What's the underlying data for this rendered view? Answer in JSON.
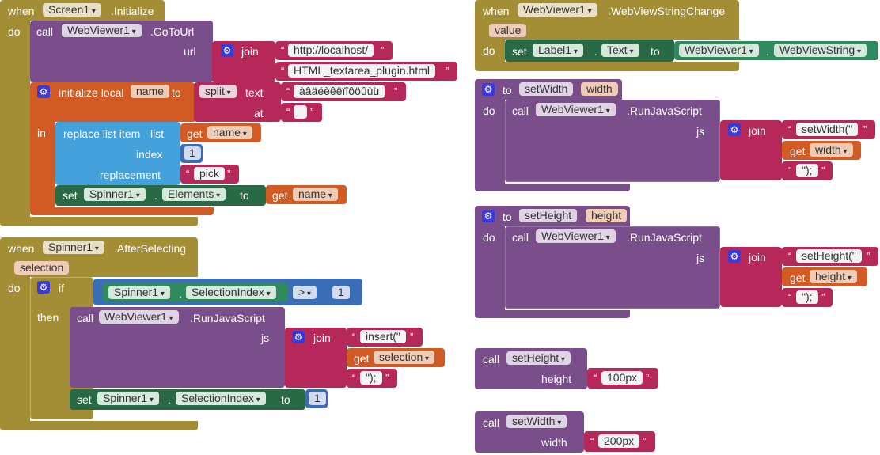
{
  "kw": {
    "when": "when",
    "do": "do",
    "call": "call",
    "in": "in",
    "then": "then",
    "set": "set",
    "to": "to",
    "if": "if",
    "get": "get",
    "join": "join",
    "url": "url",
    "text": "text",
    "at": "at",
    "js": "js",
    "index": "index",
    "replacement": "replacement",
    "list": "list",
    "height": "height",
    "width": "width",
    "initialize_local": "initialize local",
    "split": "split",
    "replace_list_item": "replace list item"
  },
  "screen_init": {
    "component": "Screen1",
    "event": ".Initialize",
    "webviewer": "WebViewer1",
    "method": ".GoToUrl",
    "url1": "http://localhost/",
    "url2": "HTML_textarea_plugin.html",
    "local_name": "name",
    "split_text": "àâäéèêëïîôöûùü",
    "split_at": " ",
    "list_index": "1",
    "replacement": "pick",
    "set_component": "Spinner1",
    "set_property": "Elements",
    "get_name": "name"
  },
  "spinner_after": {
    "component": "Spinner1",
    "event": ".AfterSelecting",
    "param": "selection",
    "cmp_component": "Spinner1",
    "cmp_property": "SelectionIndex",
    "operator": ">",
    "cmp_value": "1",
    "call_component": "WebViewer1",
    "call_method": ".RunJavaScript",
    "js1": "insert(\"",
    "js_get": "selection",
    "js2": "\");",
    "set_component": "Spinner1",
    "set_property": "SelectionIndex",
    "set_value": "1"
  },
  "webview_change": {
    "component": "WebViewer1",
    "event": ".WebViewStringChange",
    "param": "value",
    "set_component": "Label1",
    "set_property": "Text",
    "get_component": "WebViewer1",
    "get_property": "WebViewString"
  },
  "proc_setwidth": {
    "name": "setWidth",
    "param": "width",
    "call_component": "WebViewer1",
    "call_method": ".RunJavaScript",
    "js1": "setWidth(\"",
    "js_get": "width",
    "js2": "\");"
  },
  "proc_setheight": {
    "name": "setHeight",
    "param": "height",
    "call_component": "WebViewer1",
    "call_method": ".RunJavaScript",
    "js1": "setHeight(\"",
    "js_get": "height",
    "js2": "\");"
  },
  "call_setheight": {
    "name": "setHeight",
    "arg_label": "height",
    "value": "100px"
  },
  "call_setwidth": {
    "name": "setWidth",
    "arg_label": "width",
    "value": "200px"
  },
  "colors": {
    "event": "#A48E35",
    "component_call": "#7A4E8A",
    "local_var": "#D15A25",
    "text": "#B7285A",
    "list": "#45A1DB",
    "setter": "#2A6946",
    "getter": "#2F8A5D",
    "logic_math": "#3B6DB6"
  },
  "icons": {
    "mutator": "gear-icon",
    "quote": "quote-marks"
  }
}
